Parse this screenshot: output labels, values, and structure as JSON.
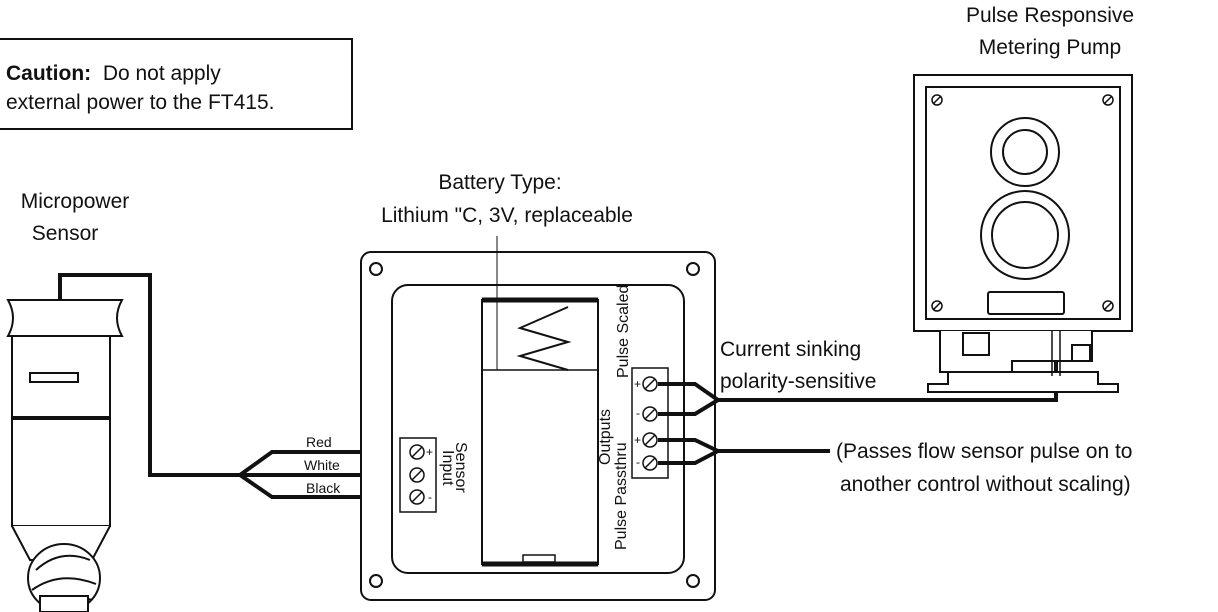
{
  "caution": {
    "label": "Caution:",
    "line1": "Do not apply",
    "line2": "external power to the FT415."
  },
  "sensor": {
    "title_line1": "Micropower",
    "title_line2": "Sensor"
  },
  "battery": {
    "line1": "Battery Type:",
    "line2": "Lithium \"C, 3V, replaceable"
  },
  "pump": {
    "line1": "Pulse Responsive",
    "line2": "Metering Pump"
  },
  "wires": {
    "red": "Red",
    "white": "White",
    "black": "Black"
  },
  "sensor_input": {
    "line1": "Sensor",
    "line2": "Input",
    "plus": "+",
    "minus": "-"
  },
  "outputs": {
    "title": "Outputs",
    "scaled": "Pulse Scaled",
    "passthru": "Pulse Passthru",
    "plus": "+",
    "minus": "-"
  },
  "annotations": {
    "sinking_line1": "Current sinking",
    "sinking_line2": "polarity-sensitive",
    "pass_line1": "(Passes flow sensor pulse on to",
    "pass_line2": "another control without scaling)"
  }
}
